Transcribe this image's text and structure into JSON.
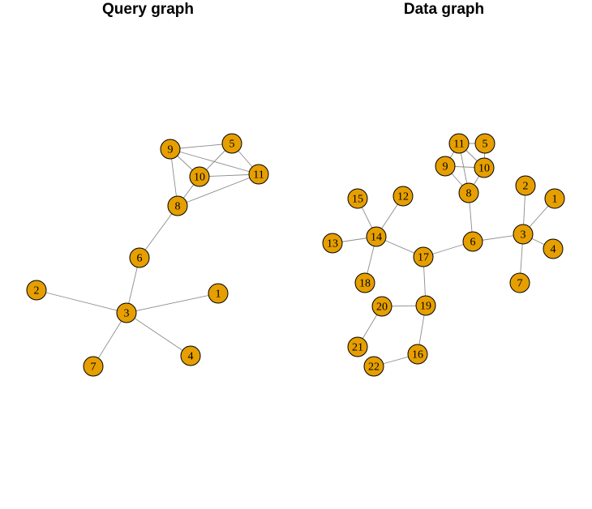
{
  "titles": {
    "query": "Query graph",
    "data": "Data graph"
  },
  "colors": {
    "node_fill": "#E69F00",
    "node_stroke": "#000000",
    "edge": "#8c8c8c"
  },
  "query_graph": {
    "nodes": [
      "1",
      "2",
      "3",
      "4",
      "5",
      "6",
      "7",
      "8",
      "9",
      "10",
      "11"
    ],
    "edges": [
      [
        "9",
        "5"
      ],
      [
        "9",
        "10"
      ],
      [
        "9",
        "11"
      ],
      [
        "9",
        "8"
      ],
      [
        "5",
        "10"
      ],
      [
        "5",
        "11"
      ],
      [
        "10",
        "11"
      ],
      [
        "10",
        "8"
      ],
      [
        "8",
        "11"
      ],
      [
        "8",
        "6"
      ],
      [
        "6",
        "3"
      ],
      [
        "3",
        "2"
      ],
      [
        "3",
        "1"
      ],
      [
        "3",
        "7"
      ],
      [
        "3",
        "4"
      ]
    ]
  },
  "data_graph": {
    "nodes": [
      "1",
      "2",
      "3",
      "4",
      "5",
      "6",
      "7",
      "8",
      "9",
      "10",
      "11",
      "12",
      "13",
      "14",
      "15",
      "16",
      "17",
      "18",
      "19",
      "20",
      "21",
      "22"
    ],
    "edges": [
      [
        "11",
        "5"
      ],
      [
        "11",
        "9"
      ],
      [
        "11",
        "10"
      ],
      [
        "11",
        "8"
      ],
      [
        "5",
        "10"
      ],
      [
        "9",
        "10"
      ],
      [
        "9",
        "8"
      ],
      [
        "10",
        "8"
      ],
      [
        "8",
        "6"
      ],
      [
        "6",
        "3"
      ],
      [
        "6",
        "17"
      ],
      [
        "3",
        "2"
      ],
      [
        "3",
        "1"
      ],
      [
        "3",
        "4"
      ],
      [
        "3",
        "7"
      ],
      [
        "17",
        "14"
      ],
      [
        "17",
        "19"
      ],
      [
        "14",
        "15"
      ],
      [
        "14",
        "12"
      ],
      [
        "14",
        "13"
      ],
      [
        "14",
        "18"
      ],
      [
        "19",
        "20"
      ],
      [
        "19",
        "16"
      ],
      [
        "20",
        "21"
      ],
      [
        "16",
        "22"
      ]
    ]
  }
}
